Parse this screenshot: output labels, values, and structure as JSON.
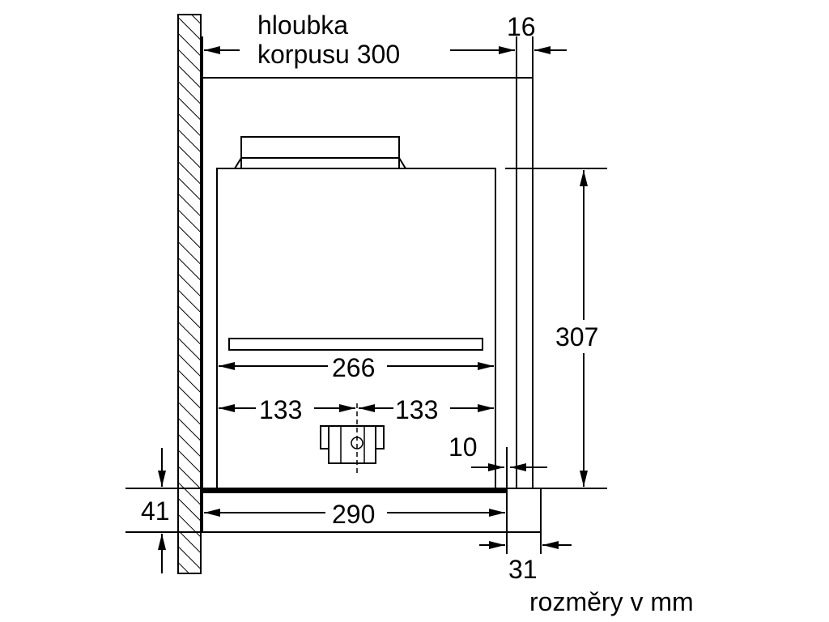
{
  "depth_label": {
    "line1": "hloubka",
    "line2": "korpusu 300"
  },
  "dimensions": {
    "panel_thickness": "16",
    "height": "307",
    "width_inner": "266",
    "half_left": "133",
    "half_right": "133",
    "gap": "10",
    "bottom_height": "41",
    "bottom_width": "290",
    "front_depth": "31"
  },
  "units_note": "rozměry v mm"
}
